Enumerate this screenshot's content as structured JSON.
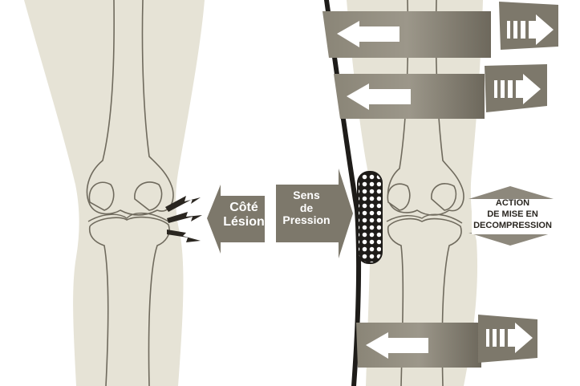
{
  "labels": {
    "lesion_line1": "Côté",
    "lesion_line2": "Lésion",
    "pression_line1": "Sens",
    "pression_line2": "de",
    "pression_line3": "Pression",
    "action_line1": "ACTION",
    "action_line2": "DE MISE EN",
    "action_line3": "DECOMPRESSION"
  },
  "colors": {
    "background": "#ffffff",
    "leg": "#e6e3d6",
    "bone_outline": "#6f6a5d",
    "strap": "#7d786b",
    "arrow_fill": "#ffffff",
    "label_box": "#7d786b",
    "pad": "#1e1c19",
    "action_arrow": "#8d887c"
  }
}
